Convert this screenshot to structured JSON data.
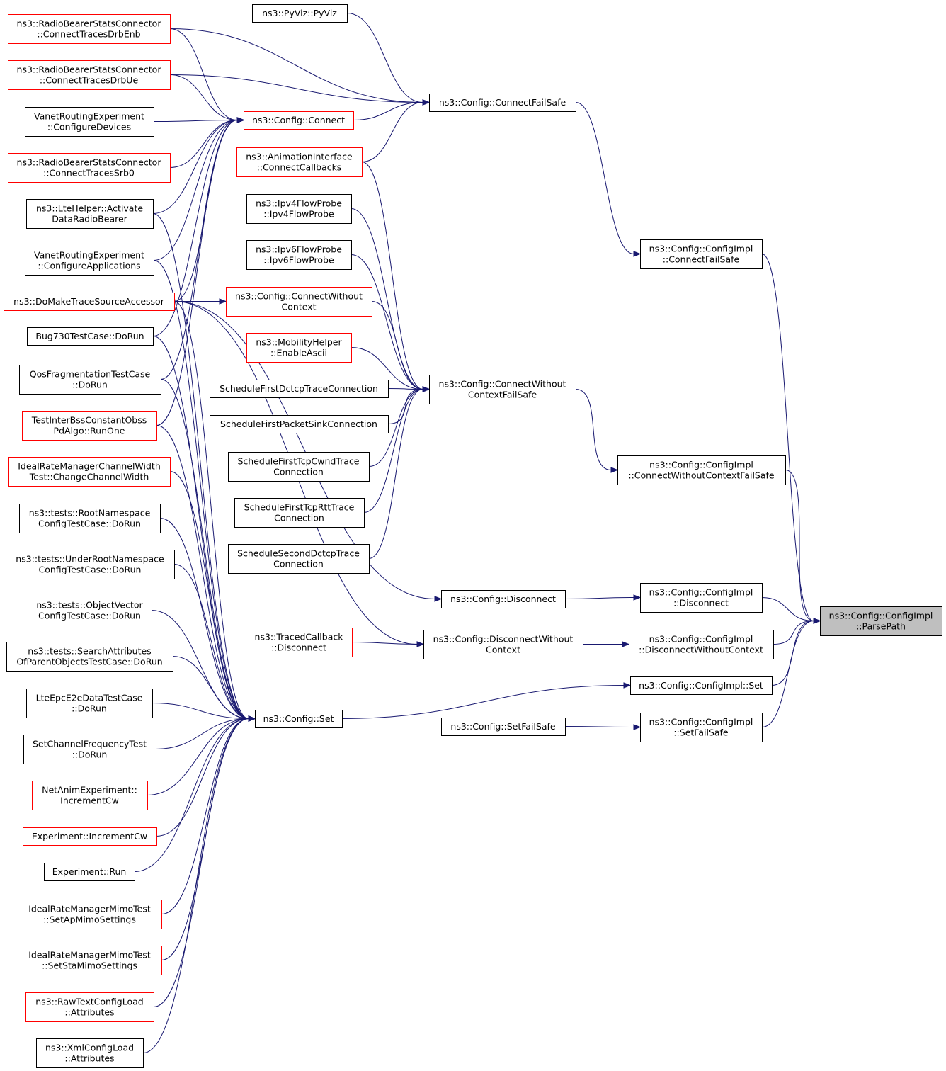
{
  "graph": {
    "root": "ParsePath",
    "colors": {
      "edge": "#191970",
      "root_fill": "#bfbfbf",
      "red_border": "#ff0000",
      "black_border": "#000000"
    },
    "nodes": {
      "PyViz": {
        "lines": [
          "ns3::PyViz::PyViz"
        ],
        "border": "black"
      },
      "RBSC_DrbEnb": {
        "lines": [
          "ns3::RadioBearerStatsConnector",
          "::ConnectTracesDrbEnb"
        ],
        "border": "red"
      },
      "RBSC_DrbUe": {
        "lines": [
          "ns3::RadioBearerStatsConnector",
          "::ConnectTracesDrbUe"
        ],
        "border": "red"
      },
      "Vanet_Devices": {
        "lines": [
          "VanetRoutingExperiment",
          "::ConfigureDevices"
        ],
        "border": "black"
      },
      "RBSC_Srb0": {
        "lines": [
          "ns3::RadioBearerStatsConnector",
          "::ConnectTracesSrb0"
        ],
        "border": "red"
      },
      "LteHelper": {
        "lines": [
          "ns3::LteHelper::Activate",
          "DataRadioBearer"
        ],
        "border": "black"
      },
      "Vanet_Apps": {
        "lines": [
          "VanetRoutingExperiment",
          "::ConfigureApplications"
        ],
        "border": "black"
      },
      "DoMakeTSA": {
        "lines": [
          "ns3::DoMakeTraceSourceAccessor"
        ],
        "border": "red"
      },
      "Bug730": {
        "lines": [
          "Bug730TestCase::DoRun"
        ],
        "border": "black"
      },
      "QosFrag": {
        "lines": [
          "QosFragmentationTestCase",
          "::DoRun"
        ],
        "border": "black"
      },
      "TestInterBss": {
        "lines": [
          "TestInterBssConstantObss",
          "PdAlgo::RunOne"
        ],
        "border": "red"
      },
      "IdealRateCW": {
        "lines": [
          "IdealRateManagerChannelWidth",
          "Test::ChangeChannelWidth"
        ],
        "border": "red"
      },
      "RootNS": {
        "lines": [
          "ns3::tests::RootNamespace",
          "ConfigTestCase::DoRun"
        ],
        "border": "black"
      },
      "UnderRootNS": {
        "lines": [
          "ns3::tests::UnderRootNamespace",
          "ConfigTestCase::DoRun"
        ],
        "border": "black"
      },
      "ObjectVector": {
        "lines": [
          "ns3::tests::ObjectVector",
          "ConfigTestCase::DoRun"
        ],
        "border": "black"
      },
      "SearchAttr": {
        "lines": [
          "ns3::tests::SearchAttributes",
          "OfParentObjectsTestCase::DoRun"
        ],
        "border": "black"
      },
      "LteEpc": {
        "lines": [
          "LteEpcE2eDataTestCase",
          "::DoRun"
        ],
        "border": "black"
      },
      "SetChanFreq": {
        "lines": [
          "SetChannelFrequencyTest",
          "::DoRun"
        ],
        "border": "black"
      },
      "NetAnimInc": {
        "lines": [
          "NetAnimExperiment::",
          "IncrementCw"
        ],
        "border": "red"
      },
      "ExpIncCw": {
        "lines": [
          "Experiment::IncrementCw"
        ],
        "border": "red"
      },
      "ExpRun": {
        "lines": [
          "Experiment::Run"
        ],
        "border": "black"
      },
      "MimoAp": {
        "lines": [
          "IdealRateManagerMimoTest",
          "::SetApMimoSettings"
        ],
        "border": "red"
      },
      "MimoSta": {
        "lines": [
          "IdealRateManagerMimoTest",
          "::SetStaMimoSettings"
        ],
        "border": "red"
      },
      "RawText": {
        "lines": [
          "ns3::RawTextConfigLoad",
          "::Attributes"
        ],
        "border": "red"
      },
      "XmlConfig": {
        "lines": [
          "ns3::XmlConfigLoad",
          "::Attributes"
        ],
        "border": "black"
      },
      "Connect": {
        "lines": [
          "ns3::Config::Connect"
        ],
        "border": "red"
      },
      "AnimIf": {
        "lines": [
          "ns3::AnimationInterface",
          "::ConnectCallbacks"
        ],
        "border": "red"
      },
      "Ipv4FP": {
        "lines": [
          "ns3::Ipv4FlowProbe",
          "::Ipv4FlowProbe"
        ],
        "border": "black"
      },
      "Ipv6FP": {
        "lines": [
          "ns3::Ipv6FlowProbe",
          "::Ipv6FlowProbe"
        ],
        "border": "black"
      },
      "CWC": {
        "lines": [
          "ns3::Config::ConnectWithout",
          "Context"
        ],
        "border": "red"
      },
      "MobHelper": {
        "lines": [
          "ns3::MobilityHelper",
          "::EnableAscii"
        ],
        "border": "red"
      },
      "SchedDctcp": {
        "lines": [
          "ScheduleFirstDctcpTraceConnection"
        ],
        "border": "black"
      },
      "SchedPktSink": {
        "lines": [
          "ScheduleFirstPacketSinkConnection"
        ],
        "border": "black"
      },
      "SchedCwnd": {
        "lines": [
          "ScheduleFirstTcpCwndTrace",
          "Connection"
        ],
        "border": "black"
      },
      "SchedRtt": {
        "lines": [
          "ScheduleFirstTcpRttTrace",
          "Connection"
        ],
        "border": "black"
      },
      "SchedSecDctcp": {
        "lines": [
          "ScheduleSecondDctcpTrace",
          "Connection"
        ],
        "border": "black"
      },
      "TracedCb": {
        "lines": [
          "ns3::TracedCallback",
          "::Disconnect"
        ],
        "border": "red"
      },
      "ConfigSet": {
        "lines": [
          "ns3::Config::Set"
        ],
        "border": "black"
      },
      "ConnectFailSafe": {
        "lines": [
          "ns3::Config::ConnectFailSafe"
        ],
        "border": "black"
      },
      "CWCFailSafe": {
        "lines": [
          "ns3::Config::ConnectWithout",
          "ContextFailSafe"
        ],
        "border": "black"
      },
      "Disconnect": {
        "lines": [
          "ns3::Config::Disconnect"
        ],
        "border": "black"
      },
      "DWC": {
        "lines": [
          "ns3::Config::DisconnectWithout",
          "Context"
        ],
        "border": "black"
      },
      "SetFailSafe": {
        "lines": [
          "ns3::Config::SetFailSafe"
        ],
        "border": "black"
      },
      "Impl_CFS": {
        "lines": [
          "ns3::Config::ConfigImpl",
          "::ConnectFailSafe"
        ],
        "border": "black"
      },
      "Impl_CWCFS": {
        "lines": [
          "ns3::Config::ConfigImpl",
          "::ConnectWithoutContextFailSafe"
        ],
        "border": "black"
      },
      "Impl_Disc": {
        "lines": [
          "ns3::Config::ConfigImpl",
          "::Disconnect"
        ],
        "border": "black"
      },
      "Impl_DWC": {
        "lines": [
          "ns3::Config::ConfigImpl",
          "::DisconnectWithoutContext"
        ],
        "border": "black"
      },
      "Impl_Set": {
        "lines": [
          "ns3::Config::ConfigImpl::Set"
        ],
        "border": "black"
      },
      "Impl_SFS": {
        "lines": [
          "ns3::Config::ConfigImpl",
          "::SetFailSafe"
        ],
        "border": "black"
      },
      "ParsePath": {
        "lines": [
          "ns3::Config::ConfigImpl",
          "::ParsePath"
        ],
        "border": "root"
      }
    },
    "edges": [
      [
        "Impl_CFS",
        "ParsePath"
      ],
      [
        "Impl_CWCFS",
        "ParsePath"
      ],
      [
        "Impl_Disc",
        "ParsePath"
      ],
      [
        "Impl_DWC",
        "ParsePath"
      ],
      [
        "Impl_Set",
        "ParsePath"
      ],
      [
        "Impl_SFS",
        "ParsePath"
      ],
      [
        "ConnectFailSafe",
        "Impl_CFS"
      ],
      [
        "CWCFailSafe",
        "Impl_CWCFS"
      ],
      [
        "Disconnect",
        "Impl_Disc"
      ],
      [
        "DWC",
        "Impl_DWC"
      ],
      [
        "ConfigSet",
        "Impl_Set"
      ],
      [
        "SetFailSafe",
        "Impl_SFS"
      ],
      [
        "PyViz",
        "ConnectFailSafe"
      ],
      [
        "RBSC_DrbEnb",
        "ConnectFailSafe"
      ],
      [
        "RBSC_DrbUe",
        "ConnectFailSafe"
      ],
      [
        "Connect",
        "ConnectFailSafe"
      ],
      [
        "AnimIf",
        "ConnectFailSafe"
      ],
      [
        "RBSC_DrbEnb",
        "Connect"
      ],
      [
        "RBSC_DrbUe",
        "Connect"
      ],
      [
        "Vanet_Devices",
        "Connect"
      ],
      [
        "RBSC_Srb0",
        "Connect"
      ],
      [
        "LteHelper",
        "Connect"
      ],
      [
        "Vanet_Apps",
        "Connect"
      ],
      [
        "DoMakeTSA",
        "Connect"
      ],
      [
        "Bug730",
        "Connect"
      ],
      [
        "QosFrag",
        "Connect"
      ],
      [
        "TestInterBss",
        "Connect"
      ],
      [
        "DoMakeTSA",
        "CWC"
      ],
      [
        "AnimIf",
        "CWCFailSafe"
      ],
      [
        "Ipv4FP",
        "CWCFailSafe"
      ],
      [
        "Ipv6FP",
        "CWCFailSafe"
      ],
      [
        "CWC",
        "CWCFailSafe"
      ],
      [
        "MobHelper",
        "CWCFailSafe"
      ],
      [
        "SchedDctcp",
        "CWCFailSafe"
      ],
      [
        "SchedPktSink",
        "CWCFailSafe"
      ],
      [
        "SchedCwnd",
        "CWCFailSafe"
      ],
      [
        "SchedRtt",
        "CWCFailSafe"
      ],
      [
        "SchedSecDctcp",
        "CWCFailSafe"
      ],
      [
        "DoMakeTSA",
        "Disconnect"
      ],
      [
        "TracedCb",
        "DWC"
      ],
      [
        "DoMakeTSA",
        "DWC"
      ],
      [
        "DoMakeTSA",
        "ConfigSet"
      ],
      [
        "Bug730",
        "ConfigSet"
      ],
      [
        "QosFrag",
        "ConfigSet"
      ],
      [
        "TestInterBss",
        "ConfigSet"
      ],
      [
        "IdealRateCW",
        "ConfigSet"
      ],
      [
        "RootNS",
        "ConfigSet"
      ],
      [
        "UnderRootNS",
        "ConfigSet"
      ],
      [
        "ObjectVector",
        "ConfigSet"
      ],
      [
        "SearchAttr",
        "ConfigSet"
      ],
      [
        "LteEpc",
        "ConfigSet"
      ],
      [
        "SetChanFreq",
        "ConfigSet"
      ],
      [
        "NetAnimInc",
        "ConfigSet"
      ],
      [
        "ExpIncCw",
        "ConfigSet"
      ],
      [
        "ExpRun",
        "ConfigSet"
      ],
      [
        "MimoAp",
        "ConfigSet"
      ],
      [
        "MimoSta",
        "ConfigSet"
      ],
      [
        "RawText",
        "ConfigSet"
      ],
      [
        "XmlConfig",
        "ConfigSet"
      ],
      [
        "Vanet_Apps",
        "ConfigSet"
      ],
      [
        "LteHelper",
        "ConfigSet"
      ]
    ]
  }
}
